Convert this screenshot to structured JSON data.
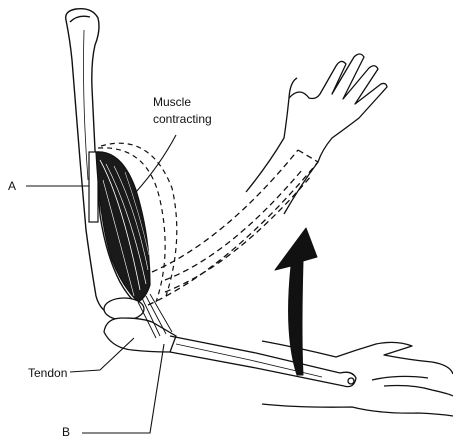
{
  "labels": {
    "muscle_line1": "Muscle",
    "muscle_line2": "contracting",
    "a": "A",
    "tendon": "Tendon",
    "b": "B"
  },
  "colors": {
    "ink": "#111111",
    "background": "#ffffff"
  }
}
